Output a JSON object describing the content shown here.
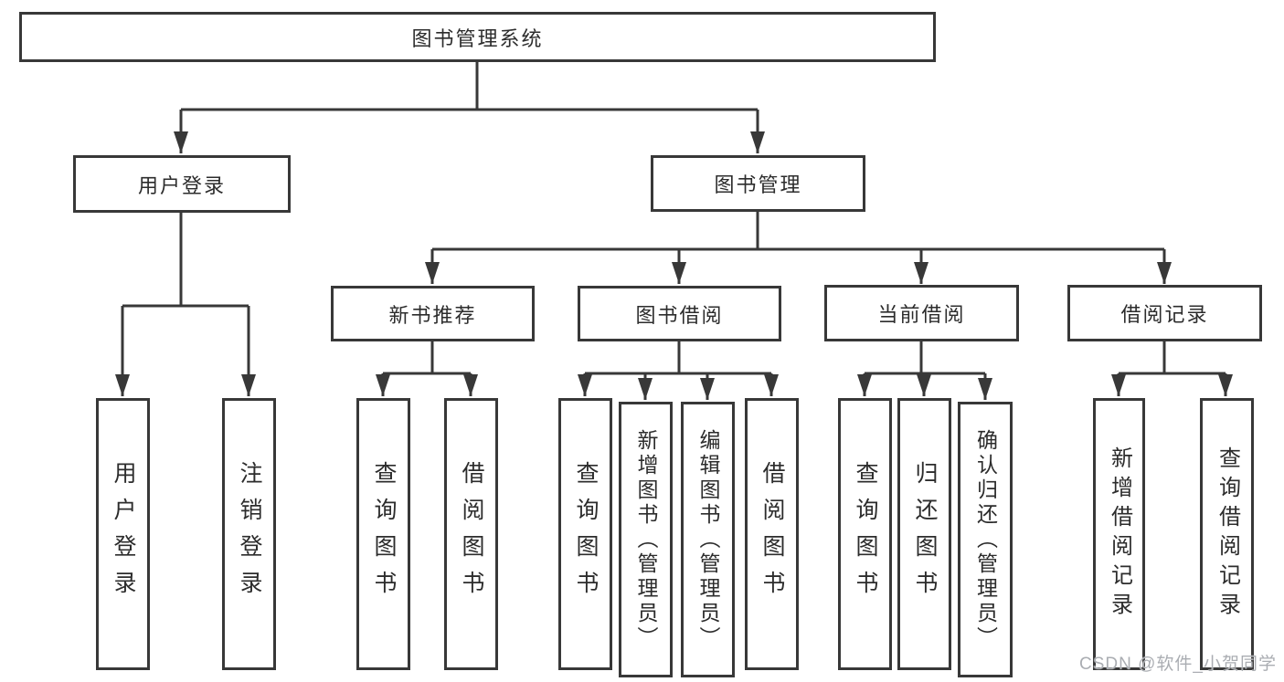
{
  "diagram": {
    "title": "图书管理系统",
    "nodes": {
      "root": {
        "label": "图书管理系统",
        "level": 1
      },
      "user_login": {
        "label": "用户登录",
        "level": 2
      },
      "book_mgmt": {
        "label": "图书管理",
        "level": 2
      },
      "new_book_rec": {
        "label": "新书推荐",
        "level": 3
      },
      "book_borrow": {
        "label": "图书借阅",
        "level": 3
      },
      "current_borrow": {
        "label": "当前借阅",
        "level": 3
      },
      "borrow_record": {
        "label": "借阅记录",
        "level": 3
      },
      "user_login_leaf": {
        "label": "用户登录",
        "level": 4
      },
      "logout": {
        "label": "注销登录",
        "level": 4
      },
      "rec_query_book": {
        "label": "查询图书",
        "level": 4
      },
      "rec_borrow_book": {
        "label": "借阅图书",
        "level": 4
      },
      "bb_query_book": {
        "label": "查询图书",
        "level": 4
      },
      "bb_add_book": {
        "label": "新增图书（管理员）",
        "level": 4
      },
      "bb_edit_book": {
        "label": "编辑图书（管理员）",
        "level": 4
      },
      "bb_borrow_book": {
        "label": "借阅图书",
        "level": 4
      },
      "cb_query_book": {
        "label": "查询图书",
        "level": 4
      },
      "cb_return_book": {
        "label": "归还图书",
        "level": 4
      },
      "cb_confirm_return": {
        "label": "确认归还（管理员）",
        "level": 4
      },
      "br_add_record": {
        "label": "新增借阅记录",
        "level": 4
      },
      "br_query_record": {
        "label": "查询借阅记录",
        "level": 4
      }
    },
    "edges": [
      {
        "from": "root",
        "to": "user_login"
      },
      {
        "from": "root",
        "to": "book_mgmt"
      },
      {
        "from": "user_login",
        "to": "user_login_leaf"
      },
      {
        "from": "user_login",
        "to": "logout"
      },
      {
        "from": "book_mgmt",
        "to": "new_book_rec"
      },
      {
        "from": "book_mgmt",
        "to": "book_borrow"
      },
      {
        "from": "book_mgmt",
        "to": "current_borrow"
      },
      {
        "from": "book_mgmt",
        "to": "borrow_record"
      },
      {
        "from": "new_book_rec",
        "to": "rec_query_book"
      },
      {
        "from": "new_book_rec",
        "to": "rec_borrow_book"
      },
      {
        "from": "book_borrow",
        "to": "bb_query_book"
      },
      {
        "from": "book_borrow",
        "to": "bb_add_book"
      },
      {
        "from": "book_borrow",
        "to": "bb_edit_book"
      },
      {
        "from": "book_borrow",
        "to": "bb_borrow_book"
      },
      {
        "from": "current_borrow",
        "to": "cb_query_book"
      },
      {
        "from": "current_borrow",
        "to": "cb_return_book"
      },
      {
        "from": "current_borrow",
        "to": "cb_confirm_return"
      },
      {
        "from": "borrow_record",
        "to": "br_add_record"
      },
      {
        "from": "borrow_record",
        "to": "br_query_record"
      }
    ],
    "colors": {
      "line": "#383838",
      "text": "#2c2c2c",
      "box_background": "#ffffff",
      "watermark": "#aaadb2"
    }
  },
  "watermark": {
    "text": "CSDN @软件_小贺同学"
  }
}
